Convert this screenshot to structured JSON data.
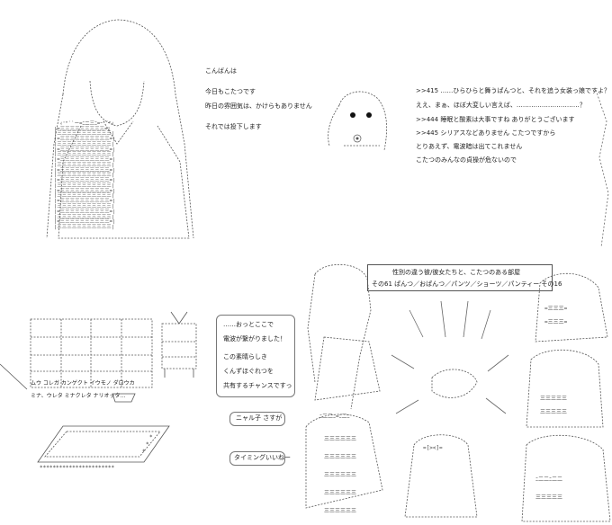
{
  "greeting": {
    "line1": "こんばんは",
    "line2": "今日もこたつです",
    "line3": "昨日の雰囲気は、かけらもありません",
    "line4": "それでは投下します"
  },
  "responses": {
    "r415": ">>415 ……ひらひらと舞うぱんつと、それを追う女装っ娘ですよ？",
    "r_ee": "ええ、まぁ、ほぼ大変しい言えば、…………………………？",
    "r444": ">>444 睡眠と酸素は大事ですね ありがとうございます",
    "r445": ">>445 シリアスなどありません こたつですから",
    "r_toriaezu": "とりあえず、電波暗は出てこれません",
    "r_kotatsu": "こたつのみんなの貞操が危ないので"
  },
  "title_box": {
    "line1": "性別の違う彼/彼女たちと、こたつのある部屋",
    "line2": "その61 ぱんつ／おぱんつ／パンツ／ショーツ／パンティー その16"
  },
  "room_text": {
    "line1": "ムウ コレガ カンゲクト イウモノ ダロウカ",
    "line2": "ミナ、ウレタ ミナクレタ ナリオッタ…"
  },
  "speech": {
    "lines": [
      "……おっとここで",
      "電波が繋がりました！",
      "この素晴らしき",
      "くんずほぐれつを",
      "共有するチャンスですっ"
    ],
    "nyaruko": "ニャル子 さすが",
    "timing": "タイミングいいねー"
  }
}
